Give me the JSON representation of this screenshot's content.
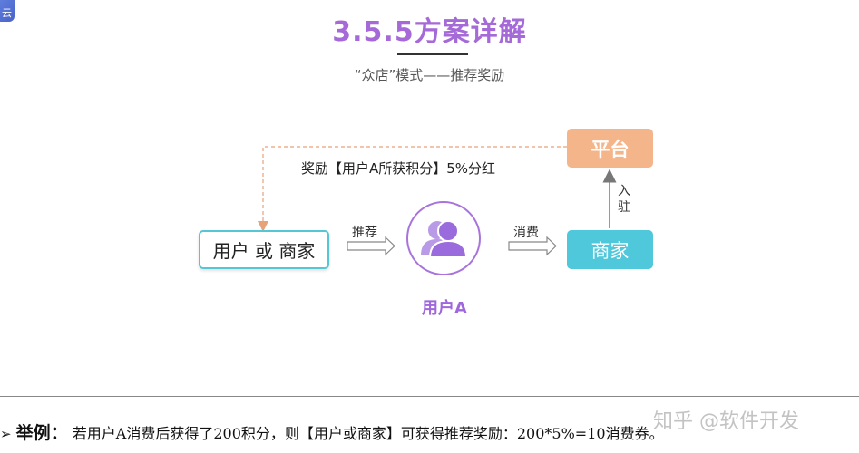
{
  "corner_logo": {
    "text": "云"
  },
  "title": "3.5.5方案详解",
  "subtitle": "“众店”模式——推荐奖励",
  "diagram": {
    "user_box": "用户 或 商家",
    "platform_box": "平台",
    "merchant_box": "商家",
    "center_label": "用户A",
    "reward_label": "奖励【用户A所获积分】5%分红",
    "arrow_recommend": "推荐",
    "arrow_consume": "消费",
    "arrow_settle": "入驻"
  },
  "example": {
    "mark": "➢",
    "label": "举例：",
    "text": "若用户A消费后获得了200积分，则【用户或商家】可获得推荐奖励：200*5%=10消费券。"
  },
  "watermark": "知乎 @软件开发",
  "colors": {
    "title": "#a66ad8",
    "platform": "#f5b58b",
    "merchant": "#4fc8dc",
    "user_border": "#56c6d6",
    "center": "#a874dc",
    "dashed_line": "#e8a27a"
  },
  "icons": {
    "center": "user-group-icon",
    "corner": "cloud-logo-icon"
  }
}
